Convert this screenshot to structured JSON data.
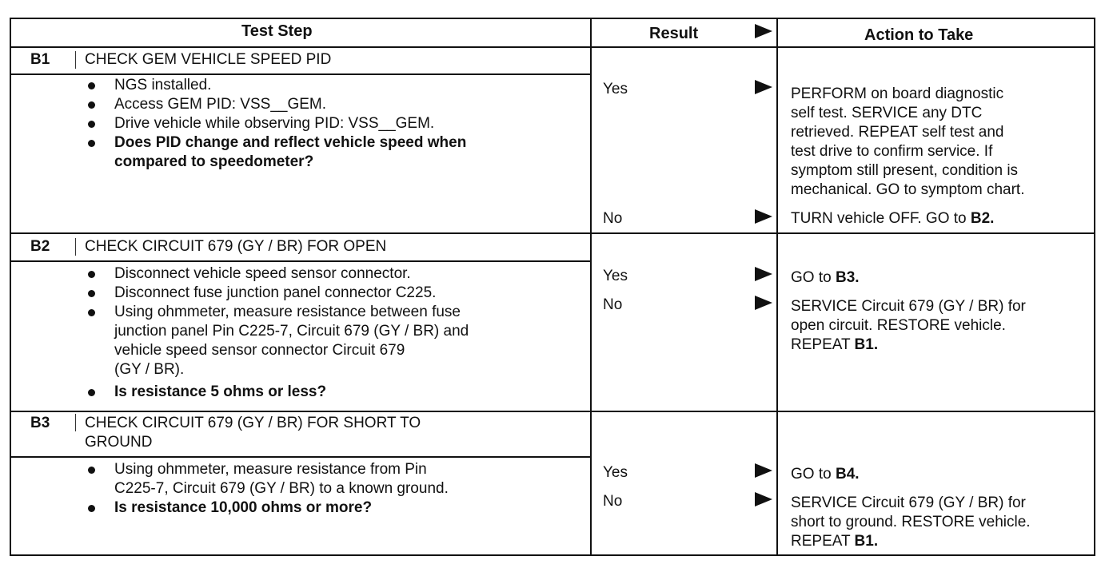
{
  "header": {
    "test_step": "Test Step",
    "result": "Result",
    "action": "Action to Take"
  },
  "steps": [
    {
      "id": "B1",
      "title": "CHECK GEM VEHICLE SPEED PID",
      "bullets": [
        "NGS installed.",
        "Access GEM PID: VSS__GEM.",
        "Drive vehicle while observing PID: VSS__GEM.",
        "Does PID change and reflect vehicle speed when",
        "compared to speedometer?"
      ],
      "results": [
        "Yes",
        "No"
      ],
      "actions": {
        "yes": [
          "PERFORM on board diagnostic",
          "self test. SERVICE any DTC",
          "retrieved. REPEAT self test and",
          "test drive to confirm service. If",
          "symptom still present, condition is",
          "mechanical. GO to symptom chart."
        ],
        "no_text": "TURN vehicle OFF. GO to ",
        "no_ref": "B2."
      }
    },
    {
      "id": "B2",
      "title": "CHECK CIRCUIT 679 (GY / BR) FOR OPEN",
      "bullets": [
        "Disconnect vehicle speed sensor connector.",
        "Disconnect fuse junction panel connector C225.",
        "Using ohmmeter, measure resistance between fuse",
        "junction panel Pin C225-7, Circuit 679 (GY / BR) and",
        "vehicle speed sensor connector Circuit 679",
        "(GY / BR).",
        "Is resistance 5 ohms or less?"
      ],
      "results": [
        "Yes",
        "No"
      ],
      "actions": {
        "yes_text": "GO to ",
        "yes_ref": "B3.",
        "no": [
          "SERVICE Circuit 679 (GY / BR) for",
          "open circuit. RESTORE vehicle.",
          "REPEAT "
        ],
        "no_ref": "B1."
      }
    },
    {
      "id": "B3",
      "title_lines": [
        "CHECK CIRCUIT 679 (GY / BR) FOR SHORT TO",
        "GROUND"
      ],
      "bullets": [
        "Using ohmmeter, measure resistance from Pin",
        "C225-7, Circuit 679 (GY / BR) to a known ground.",
        "Is resistance 10,000 ohms or more?"
      ],
      "results": [
        "Yes",
        "No"
      ],
      "actions": {
        "yes_text": "GO to ",
        "yes_ref": "B4.",
        "no": [
          "SERVICE Circuit 679 (GY / BR) for",
          "short to ground. RESTORE vehicle.",
          "REPEAT "
        ],
        "no_ref": "B1."
      }
    }
  ]
}
